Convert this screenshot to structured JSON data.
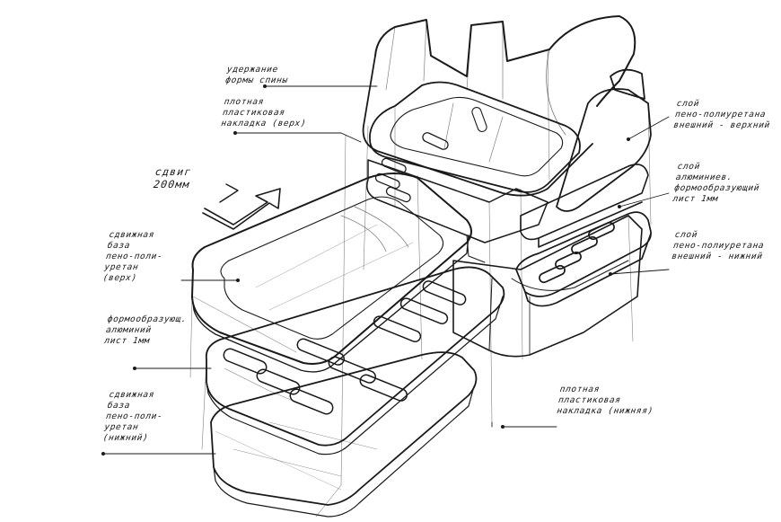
{
  "labels": {
    "back_shape": [
      "удержание",
      "формы спины"
    ],
    "top_overlay": [
      "плотная",
      "пластиковая",
      "накладка (верх)"
    ],
    "shift": [
      "сдвиг",
      "200мм"
    ],
    "slide_base_top": [
      "сдвижная",
      "база",
      "пено-поли-",
      "уретан",
      "(верх)"
    ],
    "aluminium_sheet_left": [
      "формообразующ.",
      "алюминий",
      "лист 1мм"
    ],
    "slide_base_bottom": [
      "сдвижная",
      "база",
      "пено-поли-",
      "уретан",
      "(нижний)"
    ],
    "foam_outer_top": [
      "слой",
      "пено-полиуретана",
      "внешний - верхний"
    ],
    "aluminium_sheet_right": [
      "слой",
      "алюминиев.",
      "формообразующий",
      "лист 1мм"
    ],
    "foam_outer_bottom": [
      "слой",
      "пено-полиуретана",
      "внешний - нижний"
    ],
    "bottom_overlay": [
      "плотная",
      "пластиковая",
      "накладка (нижняя)"
    ]
  },
  "colors": {
    "ink": "#1a1a1a",
    "paper": "#ffffff"
  }
}
